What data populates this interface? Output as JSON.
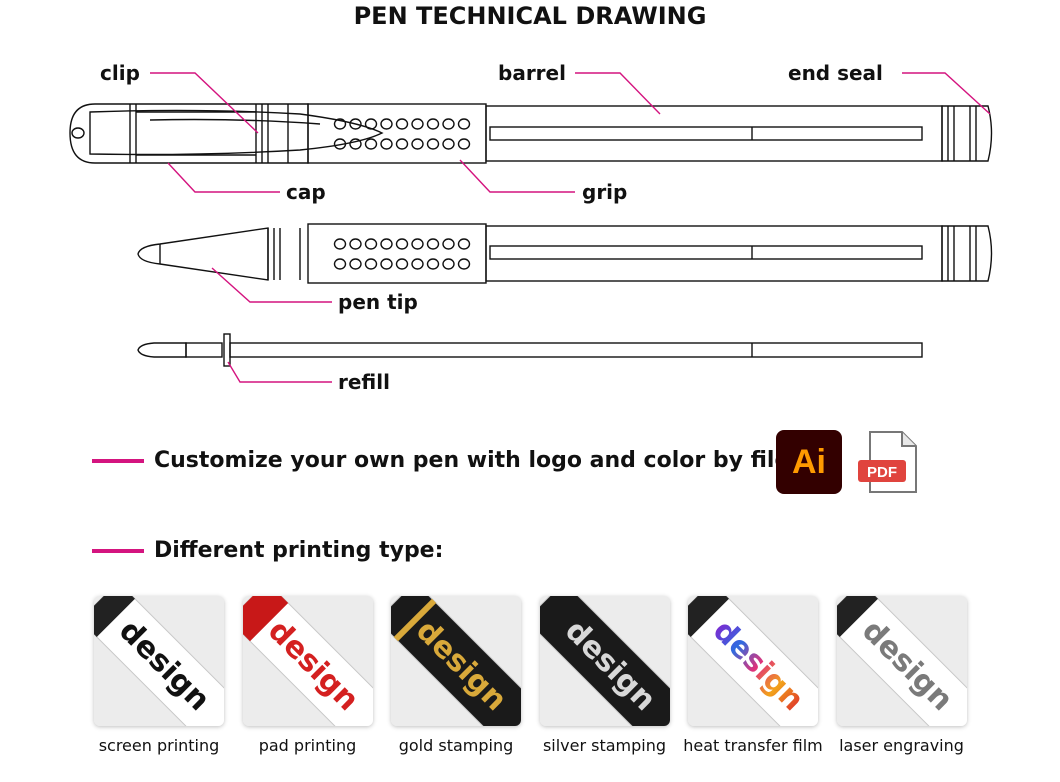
{
  "title": "PEN TECHNICAL DRAWING",
  "labels": {
    "clip": "clip",
    "barrel": "barrel",
    "end_seal": "end seal",
    "cap": "cap",
    "grip": "grip",
    "pen_tip": "pen tip",
    "refill": "refill"
  },
  "customize": {
    "text": "Customize your own pen with logo and color by file:",
    "ai_icon_text": "Ai",
    "pdf_icon_text": "PDF"
  },
  "printing": {
    "heading": "Different printing type:",
    "sample_text": "design",
    "types": [
      {
        "name": "screen printing",
        "pen_color": "#ffffff",
        "text_color": "#111111"
      },
      {
        "name": "pad printing",
        "pen_color": "#ffffff",
        "text_color": "#d42020"
      },
      {
        "name": "gold stamping",
        "pen_color": "#1a1a1a",
        "text_color": "#d9a93a"
      },
      {
        "name": "silver stamping",
        "pen_color": "#1a1a1a",
        "text_color": "#d8d8d8"
      },
      {
        "name": "heat transfer film",
        "pen_color": "#ffffff",
        "text_color": "rainbow"
      },
      {
        "name": "laser engraving",
        "pen_color": "#ffffff",
        "text_color": "#7a7a7a"
      }
    ]
  },
  "colors": {
    "accent": "#d4147f",
    "ai_bg": "#330000",
    "ai_text": "#ff9a00",
    "pdf_red": "#e0443e"
  }
}
